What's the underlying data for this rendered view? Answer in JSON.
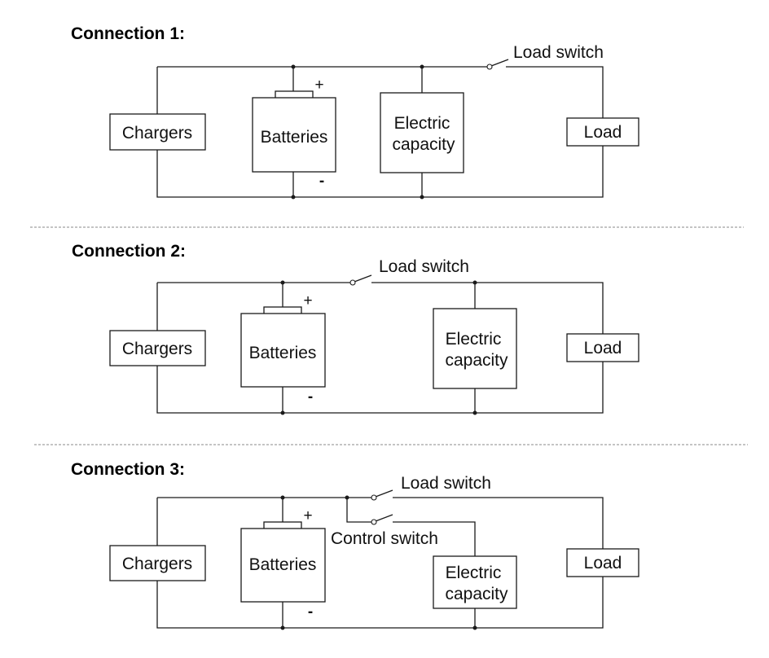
{
  "diagrams": [
    {
      "title": "Connection 1:",
      "chargers": "Chargers",
      "batteries": "Batteries",
      "plus": "+",
      "minus": "-",
      "capacity_line1": "Electric",
      "capacity_line2": "capacity",
      "load": "Load",
      "load_switch": "Load switch"
    },
    {
      "title": "Connection 2:",
      "chargers": "Chargers",
      "batteries": "Batteries",
      "plus": "+",
      "minus": "-",
      "capacity_line1": "Electric",
      "capacity_line2": "capacity",
      "load": "Load",
      "load_switch": "Load switch"
    },
    {
      "title": "Connection 3:",
      "chargers": "Chargers",
      "batteries": "Batteries",
      "plus": "+",
      "minus": "-",
      "capacity_line1": "Electric",
      "capacity_line2": "capacity",
      "load": "Load",
      "load_switch": "Load switch",
      "control_switch": "Control switch"
    }
  ]
}
